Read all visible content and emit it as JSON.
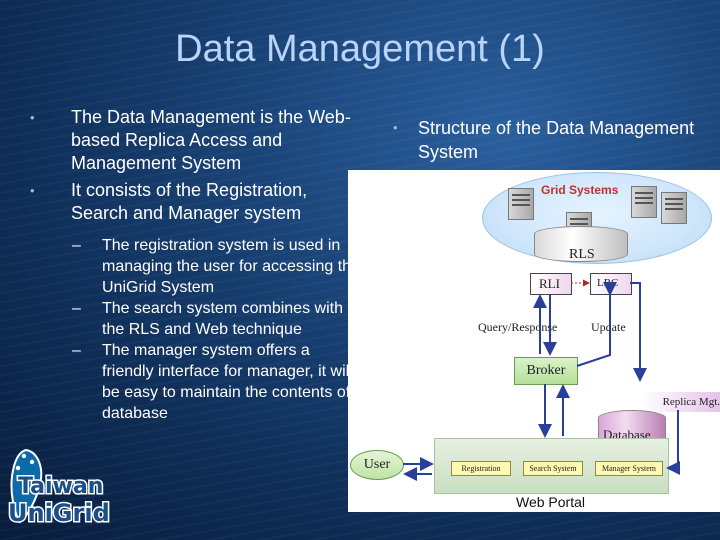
{
  "slide": {
    "title": "Data Management (1)"
  },
  "left_column": {
    "bullets": [
      "The Data Management is the Web-based Replica Access and Management System",
      "It consists of the Registration, Search and Manager system"
    ],
    "sub_bullets": [
      "The registration system is used in managing the user for accessing the UniGrid System",
      "The search system combines with the RLS and Web technique",
      "The manager system offers a friendly interface for manager, it will be easy to maintain the contents of database"
    ]
  },
  "right_column": {
    "bullet": "Structure of the Data Management System"
  },
  "diagram": {
    "grid_systems": "Grid Systems",
    "rls": "RLS",
    "rli": "RLI",
    "lrc": "LRC",
    "query_response": "Query/Response",
    "update": "Update",
    "broker": "Broker",
    "replica_mgt": "Replica Mgt.",
    "database": "Database",
    "user": "User",
    "portal_boxes": [
      "Registration",
      "Search System",
      "Manager System"
    ],
    "web_portal": "Web Portal"
  },
  "logo": {
    "line1": "Taiwan",
    "line2": "UniGrid"
  },
  "colors": {
    "title": "#b9d4f6",
    "background": "#1a4478",
    "broker_fill": "#b6e09a",
    "database_fill": "#d9a6d6",
    "grid_label": "#c03030"
  }
}
